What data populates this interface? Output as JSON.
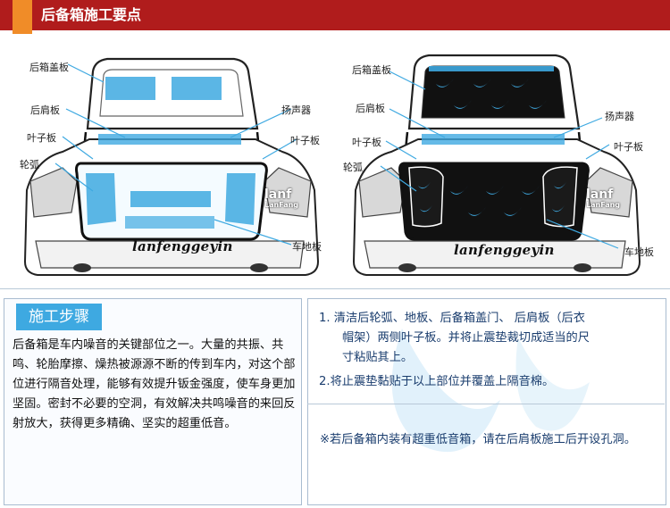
{
  "header": {
    "title": "后备箱施工要点"
  },
  "diagram_left": {
    "labels": {
      "trunk_lid": "后箱盖板",
      "parcel_shelf": "后肩板",
      "speaker": "扬声器",
      "fender_left": "叶子板",
      "fender_right": "叶子板",
      "wheel_arch": "轮弧",
      "floor": "车地板"
    },
    "signature": "lanfenggeyin",
    "logo_big": "lanf",
    "logo_small": "LanFang"
  },
  "diagram_right": {
    "labels": {
      "trunk_lid": "后箱盖板",
      "parcel_shelf": "后肩板",
      "speaker": "扬声器",
      "fender_left": "叶子板",
      "fender_right": "叶子板",
      "wheel_arch": "轮弧",
      "floor": "车地板"
    },
    "signature": "lanfenggeyin",
    "logo_big": "lanf",
    "logo_small": "LanFang"
  },
  "steps": {
    "badge": "施工步骤",
    "paragraph": "后备箱是车内噪音的关键部位之一。大量的共振、共鸣、轮胎摩擦、燥热被源源不断的传到车内，对这个部位进行隔音处理，能够有效提升钣金强度，使车身更加坚固。密封不必要的空洞，有效解决共鸣噪音的来回反射放大，获得更多精确、坚实的超重低音。"
  },
  "instructions": {
    "step1_line1": "1. 清洁后轮弧、地板、后备箱盖门、 后肩板（后衣",
    "step1_line2": "帽架）两侧叶子板。并将止震垫裁切成适当的尺",
    "step1_line3": "寸粘贴其上。",
    "step2": "2.将止震垫黏贴于以上部位并覆盖上隔音棉。",
    "note": "※若后备箱内装有超重低音箱，请在后肩板施工后开设孔洞。"
  },
  "colors": {
    "header_red": "#b01c1c",
    "header_orange": "#f08c28",
    "accent_blue": "#3ea9e1",
    "mat_black": "#111111",
    "text_blue": "#1a3d6e"
  }
}
